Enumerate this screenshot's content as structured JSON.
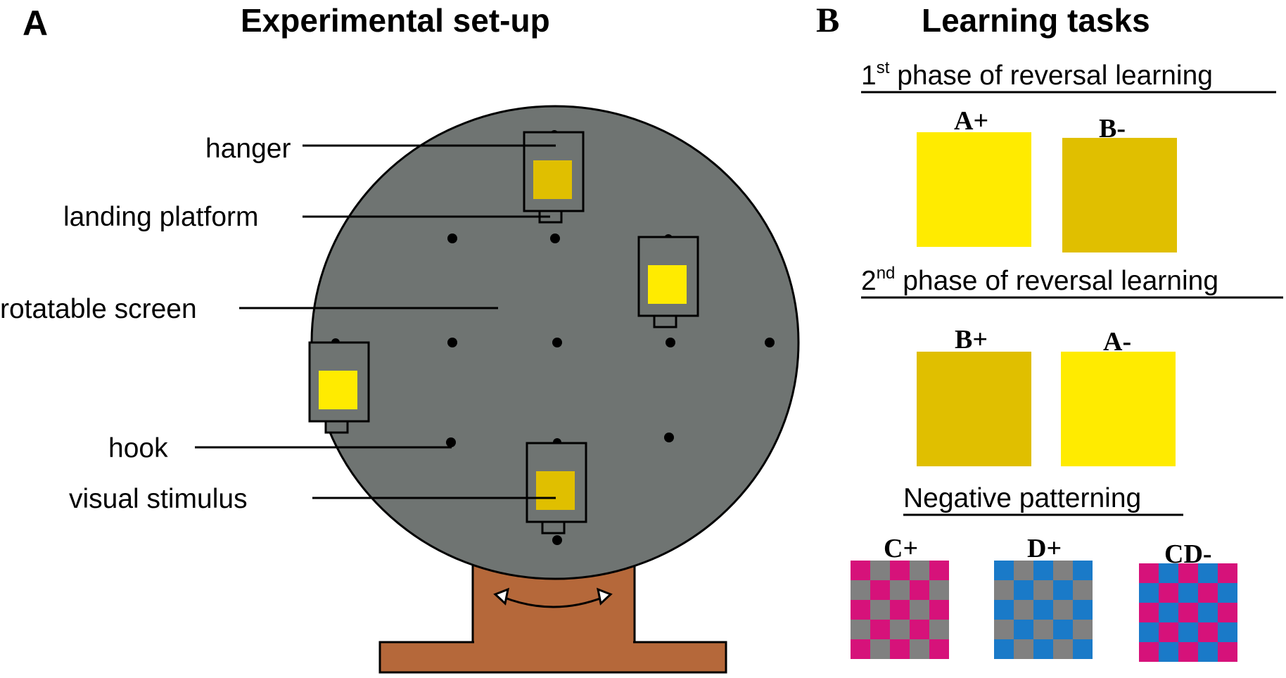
{
  "panel_a": {
    "letter": "A",
    "title": "Experimental set-up",
    "labels": {
      "hanger": "hanger",
      "landing_platform": "landing platform",
      "rotatable_screen": "rotatable screen",
      "hook": "hook",
      "visual_stimulus": "visual stimulus"
    }
  },
  "panel_b": {
    "letter": "B",
    "title": "Learning tasks",
    "phase1": {
      "ordinal": "1",
      "suffix": "st",
      "rest": " phase of reversal learning",
      "left": "A+",
      "right": "B-"
    },
    "phase2": {
      "ordinal": "2",
      "suffix": "nd",
      "rest": " phase of reversal learning",
      "left": "B+",
      "right": "A-"
    },
    "negative": {
      "title": "Negative patterning",
      "c": "C+",
      "d": "D+",
      "cd": "CD-"
    }
  },
  "colors": {
    "screen": "#6f7472",
    "stand": "#b5683a",
    "yellow_bright": "#ffeb00",
    "yellow_dark": "#e0bf00",
    "magenta": "#d6127a",
    "blue": "#1a7ac8",
    "grey": "#808080"
  }
}
